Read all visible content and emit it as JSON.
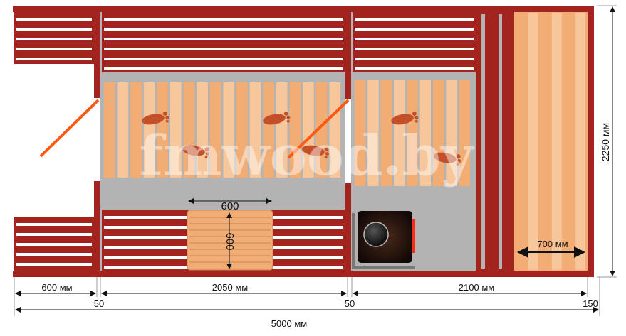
{
  "colors": {
    "wall": "#a3231e",
    "bench_slat": "#7a1512",
    "floor": "#b3b3b3",
    "plank": "#f2ad74",
    "plank_light": "#f7c79b",
    "door": "#ff5a14",
    "stove": "#1a0f0c"
  },
  "watermark": "fmwood.by",
  "table": {
    "width_label": "600",
    "height_label": "600"
  },
  "shelf": {
    "label": "700 мм"
  },
  "dimensions": {
    "height": "2250 мм",
    "porch": "600 мм",
    "room1": "2050 мм",
    "room2": "2100 мм",
    "wall1": "50",
    "wall2": "50",
    "wall3": "150",
    "total": "5000 мм"
  }
}
